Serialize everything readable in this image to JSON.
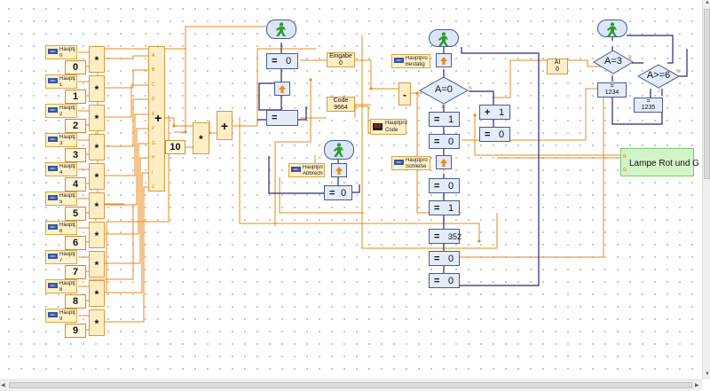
{
  "hauptpro_label": "Hauptpro",
  "tag_label": "ABC",
  "inputs": [
    {
      "id": "0",
      "const": "0"
    },
    {
      "id": "1",
      "const": "1"
    },
    {
      "id": "2",
      "const": "2"
    },
    {
      "id": "3",
      "const": "3"
    },
    {
      "id": "4",
      "const": "4"
    },
    {
      "id": "5",
      "const": "5"
    },
    {
      "id": "6",
      "const": "6"
    },
    {
      "id": "7",
      "const": "7"
    },
    {
      "id": "8",
      "const": "8"
    },
    {
      "id": "9",
      "const": "9"
    }
  ],
  "operators": {
    "multiply": "*",
    "add": "+",
    "subtract": "-"
  },
  "sum_pins": [
    "A",
    "B",
    "C",
    "D",
    "E",
    "F",
    "G",
    "H",
    "I",
    "J"
  ],
  "const_10": "10",
  "eingabe": {
    "label": "Eingabe",
    "value": "0"
  },
  "code": {
    "label": "Code",
    "value": "9664"
  },
  "code_display": {
    "line1": "Hauptpro",
    "line2": "Code"
  },
  "ai": {
    "label": "AI",
    "value": "0"
  },
  "bestaetig": {
    "line1": "Hauptpro",
    "line2": "Bestätig"
  },
  "abbreche": {
    "line1": "Hauptpro",
    "line2": "Abbreché"
  },
  "schliesse": {
    "line1": "Hauptpro",
    "line2": "Schließe"
  },
  "assign": {
    "eq": "=",
    "left_top": "0",
    "left_mid": "",
    "abbr_val": "0",
    "col_1": "1",
    "col_2": "0",
    "col_3": "0",
    "col_4": "1",
    "col_5": "352",
    "col_6": "0",
    "col_7": "0",
    "inc_sign": "+",
    "inc_val": "1",
    "reset_val": "0",
    "r_1234": "1234",
    "r_1235": "1235"
  },
  "decisions": {
    "a0": "A=0",
    "a3": "A=3",
    "a6": "A>=6"
  },
  "branch_labels": {
    "yes": "J",
    "no": "N"
  },
  "lamp": {
    "label": "Lampe Rot und G",
    "pin_r": "R",
    "pin_g": "G"
  }
}
